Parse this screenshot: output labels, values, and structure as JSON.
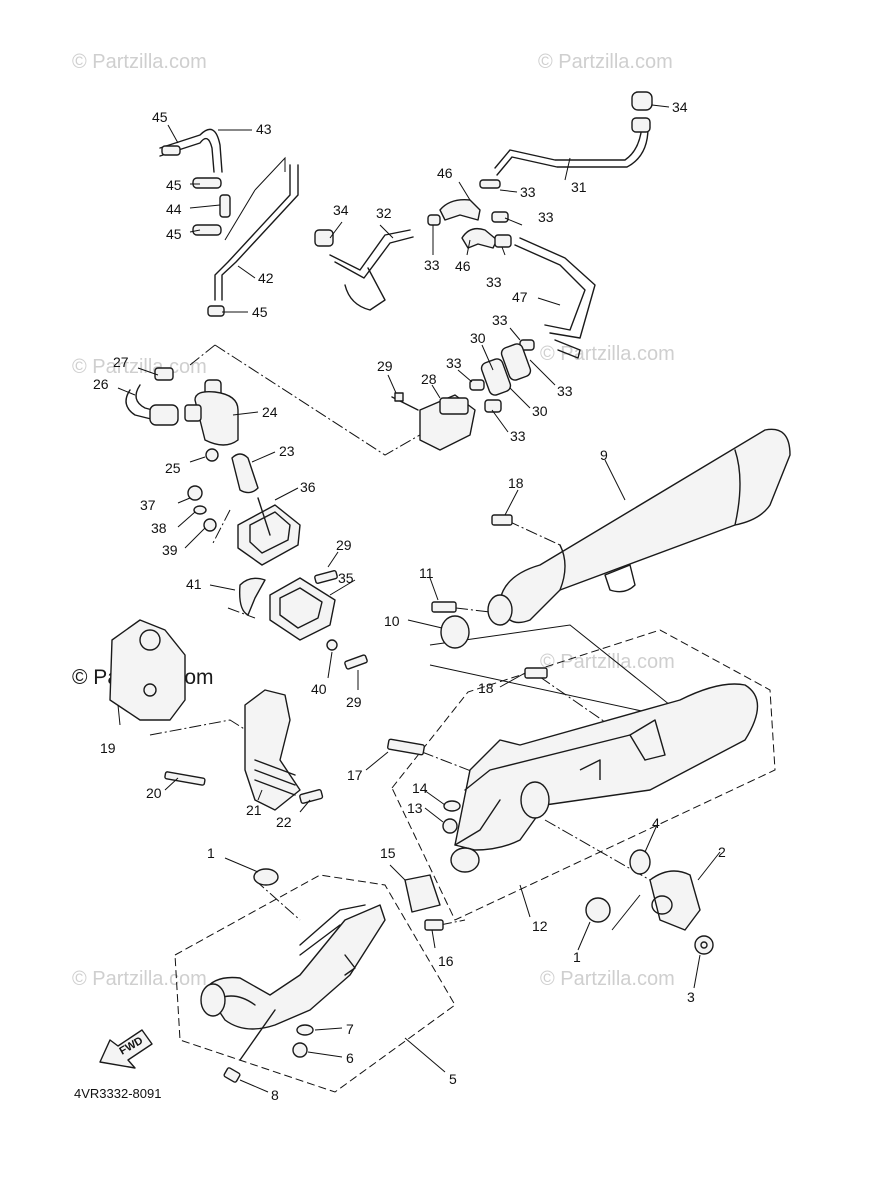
{
  "watermarks": {
    "light": "© Partzilla.com",
    "strong": "© Partzilla.com"
  },
  "diagram_code": "4VR3332-8091",
  "direction_arrow": "FWD",
  "callouts": {
    "c1a": "1",
    "c1b": "1",
    "c2": "2",
    "c3": "3",
    "c4": "4",
    "c5": "5",
    "c6": "6",
    "c7": "7",
    "c8": "8",
    "c9": "9",
    "c10": "10",
    "c11": "11",
    "c12": "12",
    "c13": "13",
    "c14": "14",
    "c15": "15",
    "c16": "16",
    "c17": "17",
    "c18a": "18",
    "c18b": "18",
    "c19": "19",
    "c20": "20",
    "c21": "21",
    "c22": "22",
    "c23": "23",
    "c24": "24",
    "c25": "25",
    "c26": "26",
    "c27": "27",
    "c28": "28",
    "c29a": "29",
    "c29b": "29",
    "c29c": "29",
    "c30a": "30",
    "c30b": "30",
    "c31": "31",
    "c32": "32",
    "c33a": "33",
    "c33b": "33",
    "c33c": "33",
    "c33d": "33",
    "c33e": "33",
    "c33f": "33",
    "c33g": "33",
    "c33h": "33",
    "c34a": "34",
    "c34b": "34",
    "c35": "35",
    "c36": "36",
    "c37": "37",
    "c38": "38",
    "c39": "39",
    "c40": "40",
    "c41": "41",
    "c42": "42",
    "c43": "43",
    "c44": "44",
    "c45a": "45",
    "c45b": "45",
    "c45c": "45",
    "c45d": "45",
    "c46a": "46",
    "c46b": "46",
    "c47": "47"
  },
  "colors": {
    "line": "#1a1a1a",
    "watermark": "#cfcfcf",
    "background": "#ffffff"
  }
}
